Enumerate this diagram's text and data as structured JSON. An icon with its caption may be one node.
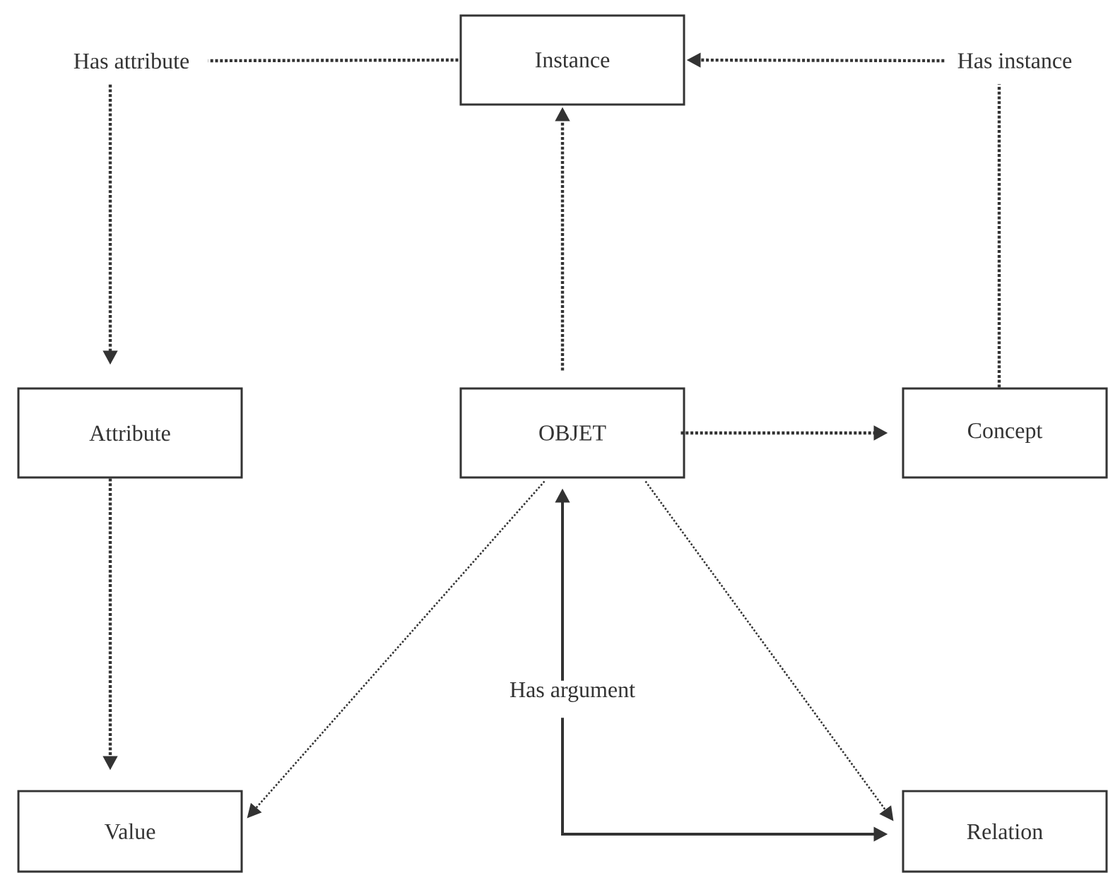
{
  "diagram": {
    "nodes": [
      {
        "text": [
          "Has attribute"
        ]
      },
      {
        "text": [
          "Instance"
        ]
      },
      {
        "text": [
          "Has instance"
        ]
      },
      {
        "text": [
          "Attribute"
        ]
      },
      {
        "text": [
          "OBJET"
        ]
      },
      {
        "text": [
          "Concept"
        ]
      },
      {
        "text": [
          "Has argument"
        ]
      },
      {
        "text": [
          "Value"
        ]
      },
      {
        "text": [
          "Relation"
        ]
      }
    ],
    "edges": [
      {
        "from": 1,
        "to": 0,
        "arrow": "none",
        "style": "dashed"
      },
      {
        "from": 2,
        "to": 1,
        "arrow": "to",
        "style": "dashed"
      },
      {
        "from": 0,
        "to": 3,
        "arrow": "to",
        "style": "dashed"
      },
      {
        "from": 5,
        "to": 2,
        "arrow": "none",
        "style": "dashed"
      },
      {
        "from": 4,
        "to": 1,
        "arrow": "to",
        "style": "dashed"
      },
      {
        "from": 4,
        "to": 5,
        "arrow": "to",
        "style": "dashed"
      },
      {
        "from": 3,
        "to": 7,
        "arrow": "to",
        "style": "dashed"
      },
      {
        "from": 4,
        "to": 7,
        "arrow": "to",
        "style": "dashed"
      },
      {
        "from": 4,
        "to": 8,
        "arrow": "to",
        "style": "dashed"
      },
      {
        "from": 6,
        "to": 4,
        "arrow": "to"
      },
      {
        "from": 6,
        "to": 8,
        "arrow": "to"
      }
    ]
  }
}
